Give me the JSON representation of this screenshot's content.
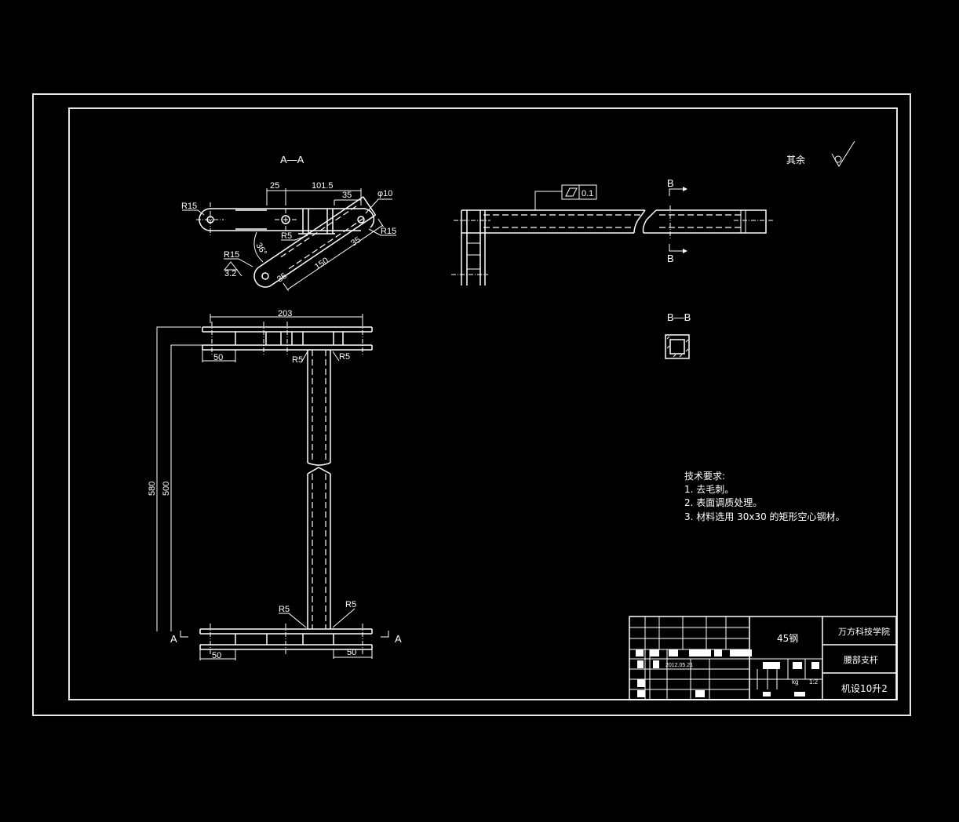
{
  "drawing": {
    "background": "#000000",
    "line_color": "#ffffff",
    "view_aa": {
      "label": "A—A",
      "dims": {
        "d25": "25",
        "d101_5": "101.5",
        "d35_top": "35",
        "phi10": "φ10",
        "r15_left": "R15",
        "r15_right": "R15",
        "r5": "R5",
        "angle": "36°",
        "r15_lower": "R15",
        "roughness": "3.2",
        "d35_arm_top": "35",
        "d150": "150",
        "d35_arm_bottom": "35"
      }
    },
    "view_side": {
      "flatness_symbol": "▱",
      "flatness_value": "0.1",
      "section_mark_top": "B",
      "section_mark_bottom": "B"
    },
    "view_bb": {
      "label": "B—B"
    },
    "surface_finish": {
      "label": "其余",
      "symbol": "√"
    },
    "view_front": {
      "dims": {
        "d203": "203",
        "d50_top": "50",
        "r5_left_top": "R5",
        "r5_right_top": "R5",
        "d580": "580",
        "d500": "500",
        "r5_left_bottom": "R5",
        "r5_right_bottom": "R5",
        "d50_bottom_left": "50",
        "d50_bottom_right": "50",
        "section_a_left": "A",
        "section_a_right": "A"
      }
    },
    "tech_requirements": {
      "title": "技术要求:",
      "items": [
        "1. 去毛刺。",
        "2. 表面调质处理。",
        "3. 材料选用 30x30 的矩形空心钢材。"
      ]
    },
    "title_block": {
      "material": "45钢",
      "school": "万方科技学院",
      "part_name": "腰部支杆",
      "class": "机设10升2",
      "date": "2012.05.21",
      "weight_unit": "kg",
      "scale": "1:2"
    }
  }
}
